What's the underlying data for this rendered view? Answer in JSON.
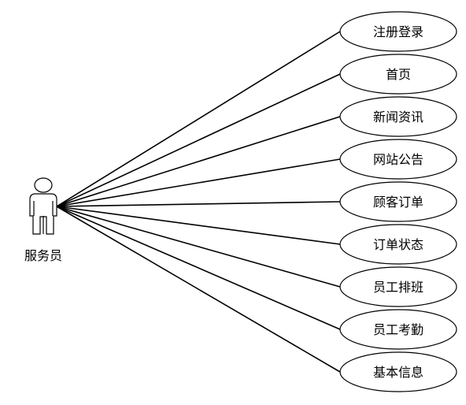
{
  "diagram": {
    "actor": {
      "label": "服务员",
      "icon": "stick-figure-icon"
    },
    "use_cases": [
      {
        "label": "注册登录"
      },
      {
        "label": "首页"
      },
      {
        "label": "新闻资讯"
      },
      {
        "label": "网站公告"
      },
      {
        "label": "顾客订单"
      },
      {
        "label": "订单状态"
      },
      {
        "label": "员工排班"
      },
      {
        "label": "员工考勤"
      },
      {
        "label": "基本信息"
      }
    ],
    "colors": {
      "stroke": "#000000",
      "fill": "#ffffff",
      "text": "#000000"
    }
  }
}
